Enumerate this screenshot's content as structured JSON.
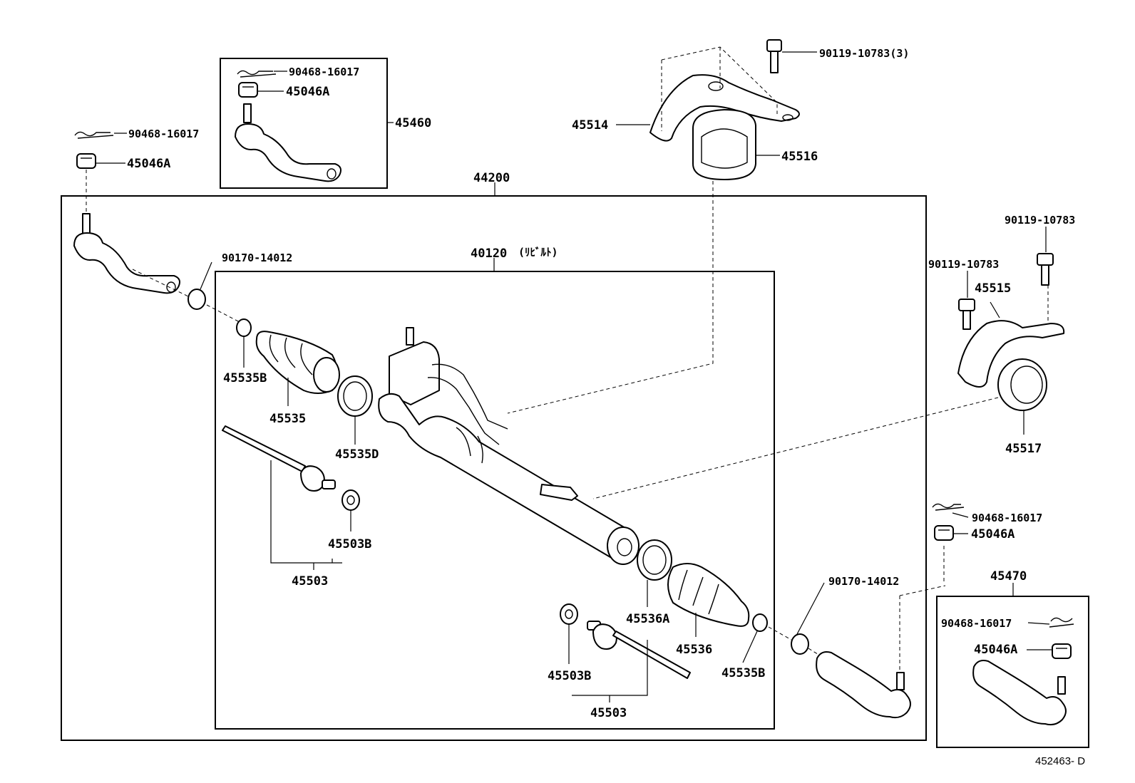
{
  "labels": {
    "l_44200": "44200",
    "l_40120": "40120",
    "l_40120_note": "(ﾘﾋﾞﾙﾄ)",
    "l_45460": "45460",
    "l_45470": "45470",
    "l_90468_a": "90468-16017",
    "l_90468_b": "90468-16017",
    "l_90468_c": "90468-16017",
    "l_90468_d": "90468-16017",
    "l_45046a_a": "45046A",
    "l_45046a_b": "45046A",
    "l_45046a_c": "45046A",
    "l_45046a_d": "45046A",
    "l_90119_3": "90119-10783(3)",
    "l_90119_a": "90119-10783",
    "l_90119_b": "90119-10783",
    "l_45514": "45514",
    "l_45516": "45516",
    "l_45515": "45515",
    "l_45517": "45517",
    "l_90170_a": "90170-14012",
    "l_90170_b": "90170-14012",
    "l_45535b_a": "45535B",
    "l_45535b_b": "45535B",
    "l_45535": "45535",
    "l_45535d": "45535D",
    "l_45503b_a": "45503B",
    "l_45503b_b": "45503B",
    "l_45503_a": "45503",
    "l_45503_b": "45503",
    "l_45536a": "45536A",
    "l_45536": "45536"
  },
  "reference_code": "452463- D"
}
